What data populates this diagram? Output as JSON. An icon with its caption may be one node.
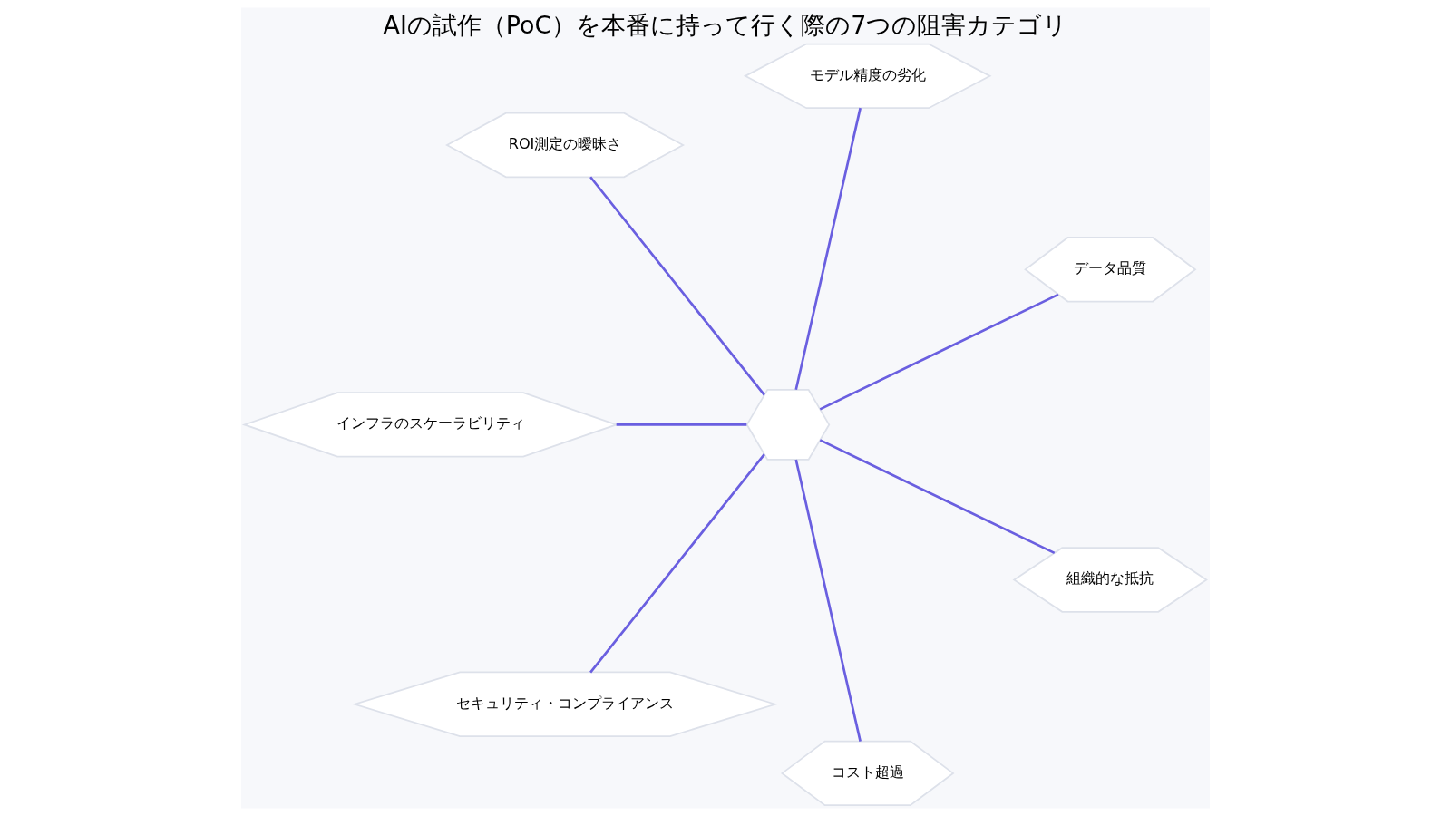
{
  "diagram": {
    "title": "AIの試作（PoC）を本番に持って行く際の7つの阻害カテゴリ",
    "nodes": [
      {
        "text": [],
        "shape": "hexagon"
      },
      {
        "text": [
          "データ品質"
        ]
      },
      {
        "text": [
          "モデル精度の劣化"
        ]
      },
      {
        "text": [
          "ROI測定の曖昧さ"
        ]
      },
      {
        "text": [
          "インフラのスケーラビリティ"
        ]
      },
      {
        "text": [
          "セキュリティ・コンプライアンス"
        ]
      },
      {
        "text": [
          "コスト超過"
        ]
      },
      {
        "text": [
          "組織的な抵抗"
        ]
      }
    ],
    "edges": [
      {
        "from": 0,
        "to": 1,
        "arrow": "none"
      },
      {
        "from": 0,
        "to": 2,
        "arrow": "none"
      },
      {
        "from": 0,
        "to": 3,
        "arrow": "none"
      },
      {
        "from": 0,
        "to": 4,
        "arrow": "none"
      },
      {
        "from": 0,
        "to": 5,
        "arrow": "none"
      },
      {
        "from": 0,
        "to": 6,
        "arrow": "none"
      },
      {
        "from": 0,
        "to": 7,
        "arrow": "none"
      }
    ]
  }
}
